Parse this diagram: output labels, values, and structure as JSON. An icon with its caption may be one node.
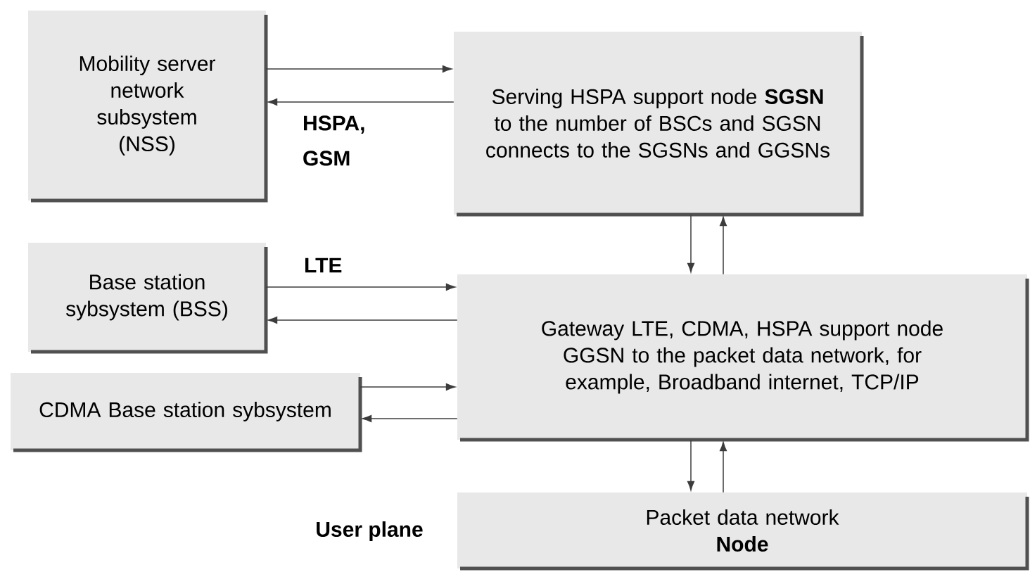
{
  "diagram": {
    "nodes": [
      {
        "text": [
          "Mobility server network subsystem (NSS)"
        ]
      },
      {
        "text": [
          "Serving HSPA support node **SGSN** to the number of BSCs and SGSN connects to the SGSNs and GGSNs"
        ]
      },
      {
        "text": [
          "Base station sybsystem (BSS)"
        ]
      },
      {
        "text": [
          "CDMA Base station sybsystem"
        ]
      },
      {
        "text": [
          "Gateway LTE, CDMA, HSPA support node GGSN to the packet data network, for example,  Broadband internet, TCP/IP"
        ]
      },
      {
        "text": [
          "Packet data network",
          "Node"
        ]
      }
    ],
    "edges": [
      {
        "from": 0,
        "to": 1,
        "arrow": "to"
      },
      {
        "from": 1,
        "to": 0,
        "arrow": "to",
        "label": "HSPA, GSM"
      },
      {
        "from": 2,
        "to": 4,
        "arrow": "to",
        "label": "LTE"
      },
      {
        "from": 4,
        "to": 2,
        "arrow": "to"
      },
      {
        "from": 3,
        "to": 4,
        "arrow": "to"
      },
      {
        "from": 4,
        "to": 3,
        "arrow": "to"
      },
      {
        "from": 1,
        "to": 4,
        "arrow": "to"
      },
      {
        "from": 4,
        "to": 1,
        "arrow": "to"
      },
      {
        "from": 4,
        "to": 5,
        "arrow": "to"
      },
      {
        "from": 5,
        "to": 4,
        "arrow": "to"
      }
    ],
    "labels": [
      "User plane"
    ]
  }
}
